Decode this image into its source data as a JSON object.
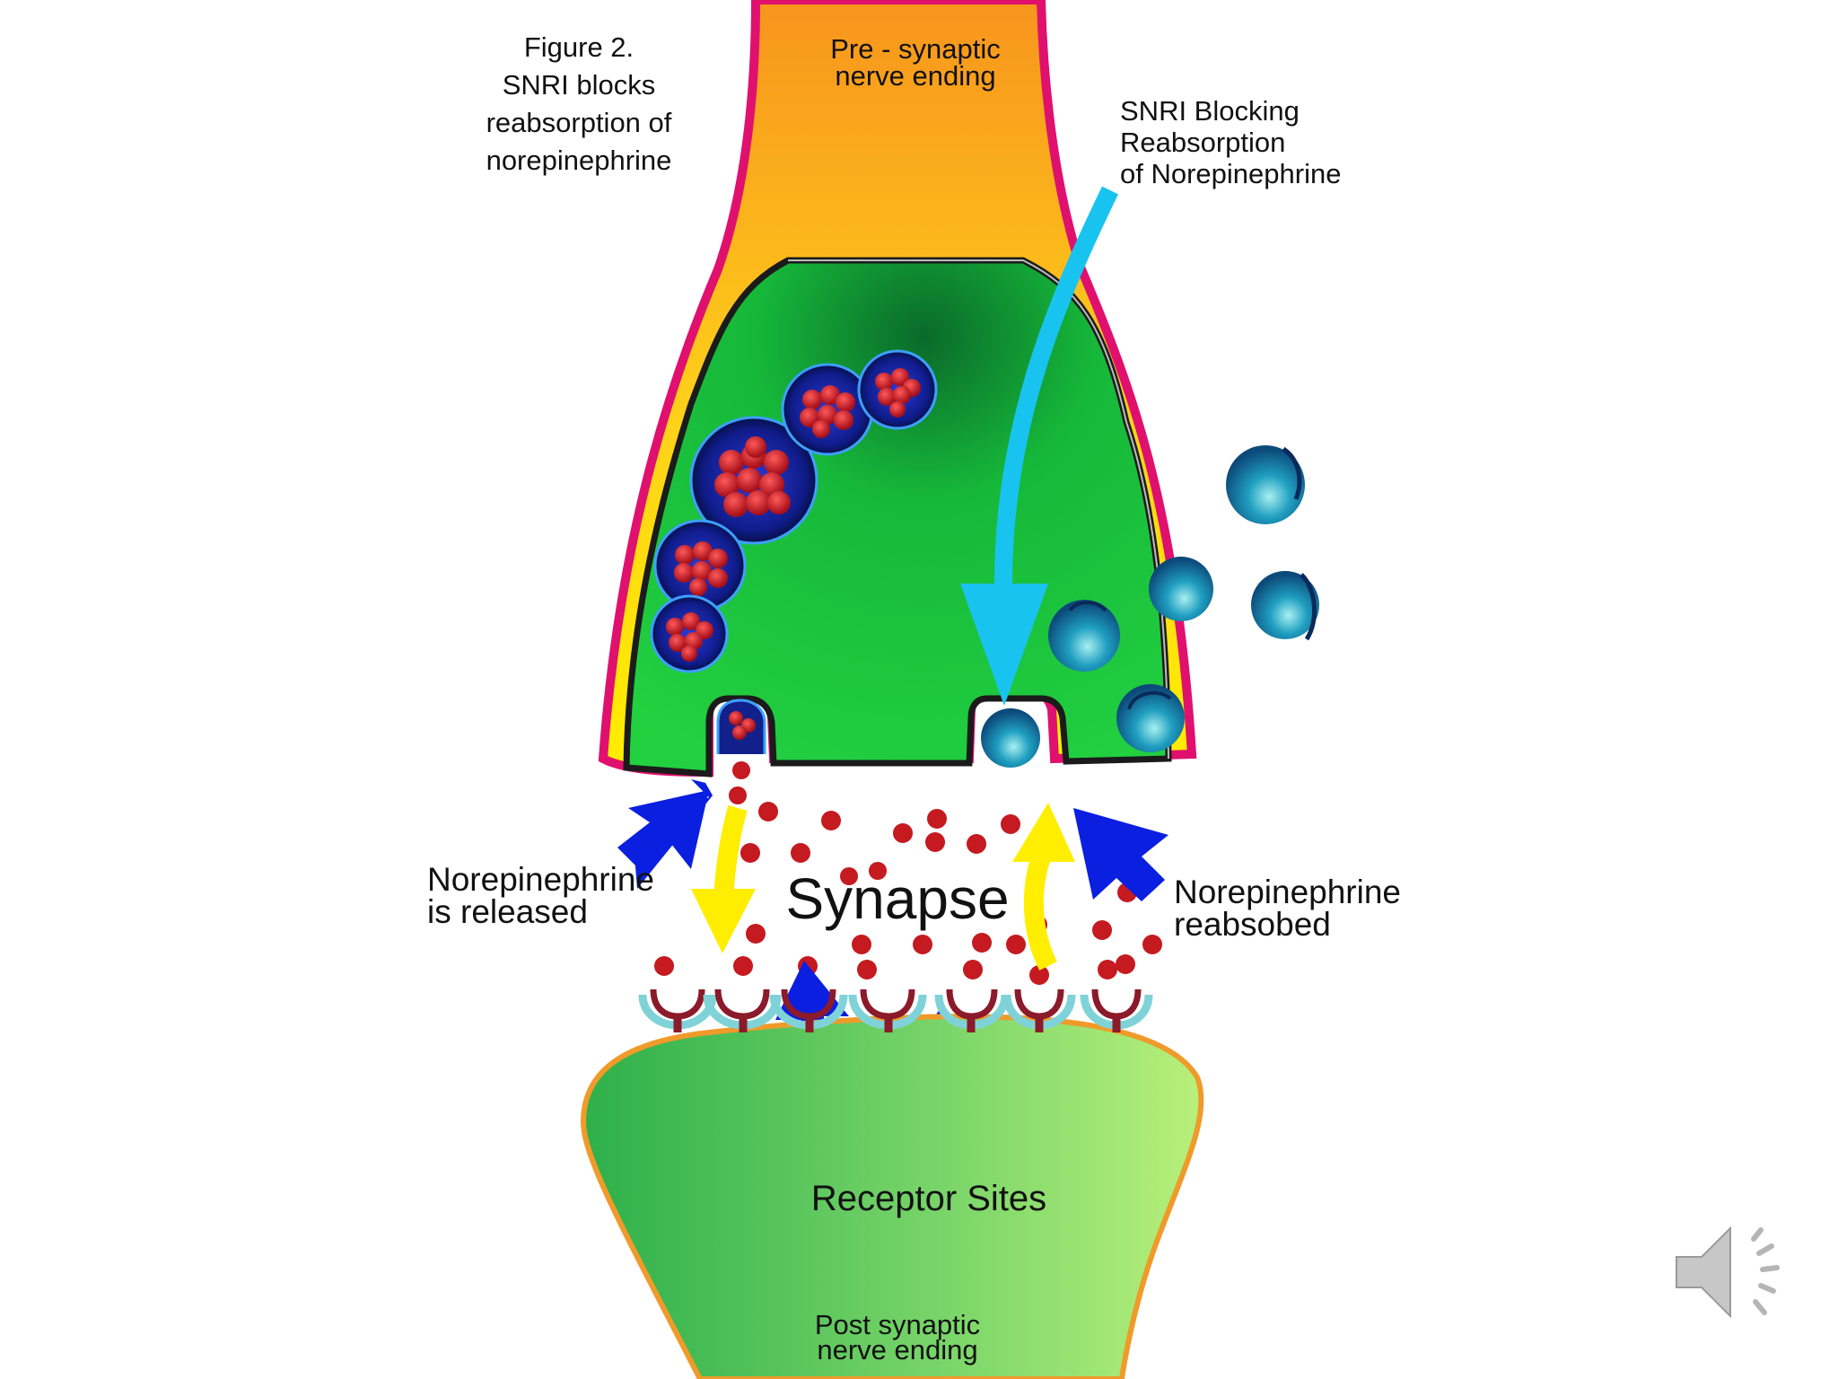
{
  "figure": {
    "caption": [
      "Figure 2.",
      "SNRI blocks",
      "reabsorption of",
      "norepinephrine"
    ]
  },
  "labels": {
    "presynaptic": [
      "Pre - synaptic",
      "nerve ending"
    ],
    "snri_blocking": [
      "SNRI Blocking",
      "Reabsorption",
      "of Norepinephrine"
    ],
    "released": [
      "Norepinephrine",
      "is released"
    ],
    "reabsorbed": [
      "Norepinephrine",
      "reabsobed"
    ],
    "synapse": "Synapse",
    "receptor_sites": "Receptor Sites",
    "postsynaptic": [
      "Post synaptic",
      "nerve ending"
    ]
  },
  "colors": {
    "presynaptic_top": "#f7941d",
    "presynaptic_border": "#e0106e",
    "cell_body": "#12b83a",
    "vesicle": "#1a2a9c",
    "neurotransmitter": "#c81e1e",
    "snri_molecule": "#1a8fb0",
    "snri_arrow": "#19c3f0",
    "release_arrow": "#ffee00",
    "blue_arrow": "#0a1fe0",
    "receptor": "#8b1a2a",
    "receptor_cup": "#7fd3d8",
    "postsynaptic": "#5cc85a",
    "post_border": "#f09a2a"
  },
  "icons": [
    "speaker-icon"
  ]
}
